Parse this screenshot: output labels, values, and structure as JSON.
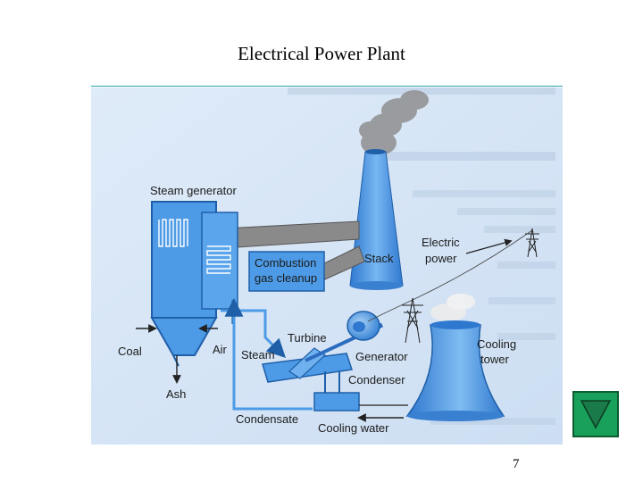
{
  "slide": {
    "title": "Electrical Power Plant",
    "page_number": "7"
  },
  "diagram": {
    "labels": {
      "steam_generator": "Steam generator",
      "combustion_line1": "Combustion",
      "combustion_line2": "gas cleanup",
      "stack": "Stack",
      "electric_line1": "Electric",
      "electric_line2": "power",
      "coal": "Coal",
      "air": "Air",
      "ash": "Ash",
      "turbine": "Turbine",
      "steam": "Steam",
      "generator": "Generator",
      "cooling_line1": "Cooling",
      "cooling_line2": "tower",
      "condenser": "Condenser",
      "condensate": "Condensate",
      "cooling_water": "Cooling water"
    },
    "colors": {
      "equipment_blue": "#4d9be6",
      "equipment_dark": "#1f5fa8",
      "page_background": "#d6e6f7",
      "smoke": "#8f8f8f",
      "flue_duct": "#8a8a8a"
    }
  },
  "nav": {
    "icon": "triangle-down-icon"
  }
}
